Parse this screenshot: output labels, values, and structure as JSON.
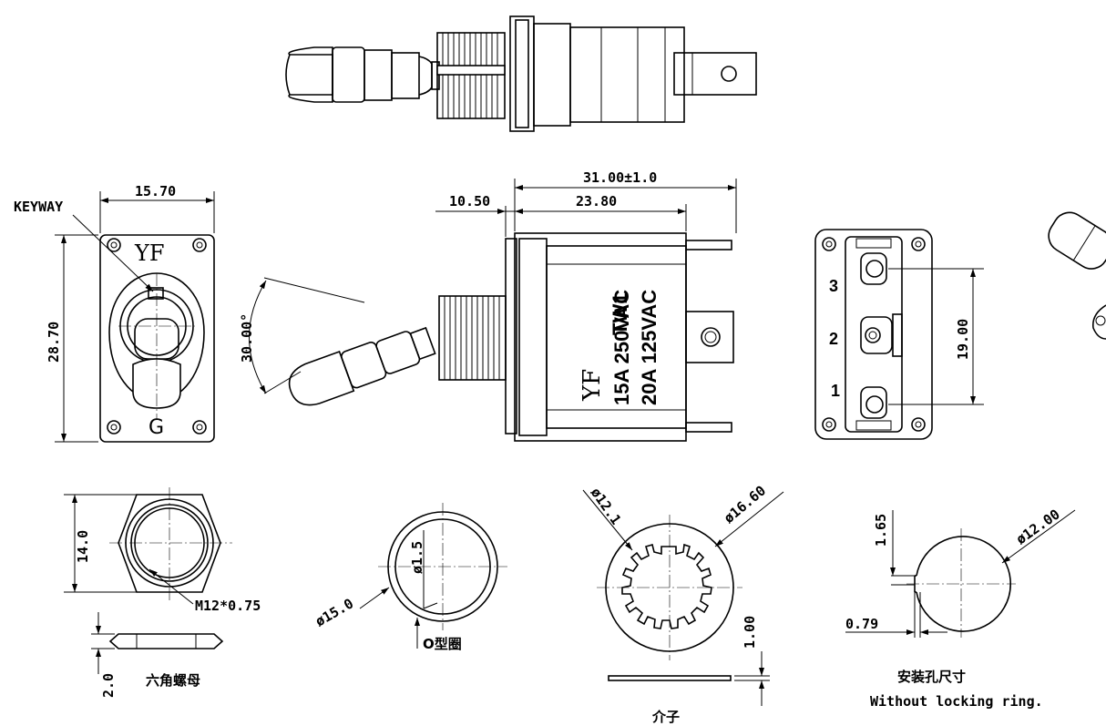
{
  "dimensions": {
    "width_front": "15.70",
    "height_front": "28.70",
    "keyway": "KEYWAY",
    "toggle_angle": "30.00°",
    "bushing_length": "10.50",
    "body_length": "23.80",
    "overall_length": "31.00±1.0",
    "terminal_spacing": "19.00",
    "nut_across_flats": "14.0",
    "nut_thread": "M12*0.75",
    "nut_thickness": "2.0",
    "oring_od": "ø15.0",
    "oring_cs": "ø1.5",
    "washer_id": "ø12.1",
    "washer_od": "ø16.60",
    "washer_thickness": "1.00",
    "hole_dia": "ø12.00",
    "hole_flat_depth": "1.65",
    "hole_key_width": "0.79"
  },
  "markings": {
    "brand": "YF",
    "model": "TW1",
    "rating_1": "15A  250VAC",
    "rating_2": "20A  125VAC",
    "bottom_letter": "G",
    "terminal_1": "1",
    "terminal_2": "2",
    "terminal_3": "3"
  },
  "captions": {
    "hex_nut": "六角螺母",
    "o_ring": "O型圈",
    "washer": "介子",
    "mounting_hole": "安装孔尺寸",
    "mounting_note": "Without locking ring."
  }
}
